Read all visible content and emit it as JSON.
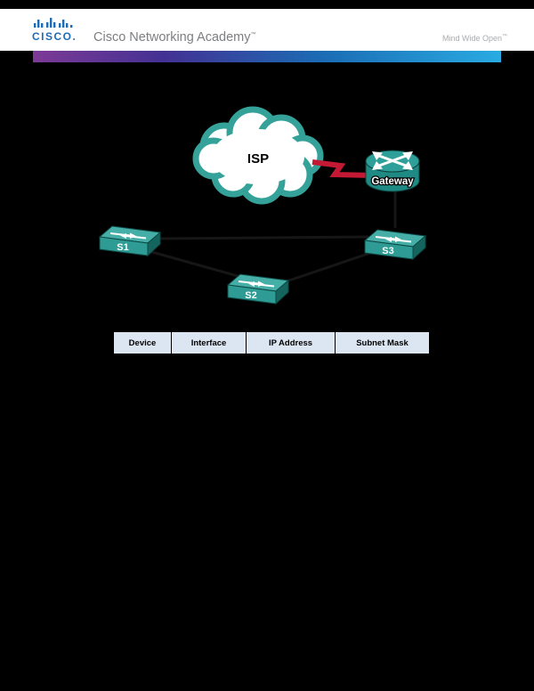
{
  "header": {
    "brand": "CISCO",
    "brand_suffix": ".",
    "academy": "Cisco Networking Academy",
    "academy_tm": "™",
    "tagline": "Mind Wide Open",
    "tagline_tm": "™",
    "colors": {
      "logo_blue": "#1f6cb5",
      "gradient_left": "#7d3a96",
      "gradient_mid": "#1b6cb5",
      "gradient_right": "#29abe2"
    }
  },
  "topology": {
    "cloud_label": "ISP",
    "router_label": "Gateway",
    "switches": [
      {
        "label": "S1"
      },
      {
        "label": "S2"
      },
      {
        "label": "S3"
      }
    ],
    "links": [
      "S1-S3",
      "S1-S2",
      "S2-S3",
      "Gateway-S3",
      "ISP-Gateway-serial"
    ],
    "colors": {
      "device_teal": "#2e9c94",
      "device_teal_top": "#45afa7",
      "device_teal_side": "#15655f",
      "cloud_outline": "#35a29a",
      "serial_link_red": "#c41935",
      "ethernet_link": "#161616"
    }
  },
  "addressing_table": {
    "headers": [
      "Device",
      "Interface",
      "IP Address",
      "Subnet Mask"
    ],
    "header_bg": "#dce6f2"
  }
}
